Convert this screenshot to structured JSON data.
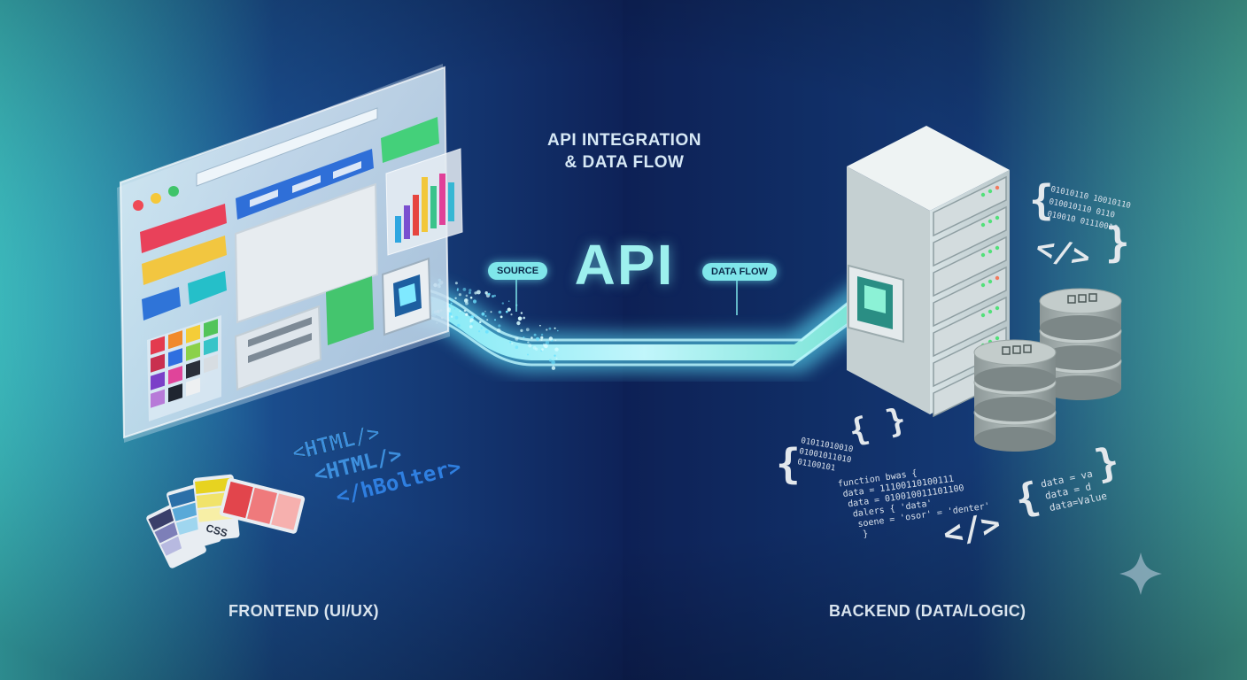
{
  "title": {
    "line1": "API INTEGRATION",
    "line2": "& DATA FLOW"
  },
  "center": {
    "api_label": "API",
    "source_pill": "SOURCE",
    "data_flow_pill": "DATA FLOW"
  },
  "frontend": {
    "label": "FRONTEND (UI/UX)",
    "tags": [
      "<HTML/>",
      "<HTML/>",
      "</hBolter>"
    ],
    "swatch_label": "CSS"
  },
  "backend": {
    "label": "BACKEND (DATA/LOGIC)",
    "binary_top": [
      "01010110 10010110",
      "010010110 0110",
      "010010 01110010"
    ],
    "code_left_binary": [
      "01011010010",
      "01001011010",
      "01100101"
    ],
    "code_block": [
      "function bwas {",
      "data = 11100110100111",
      "data = 010010011101100",
      "dalers { 'data'",
      "soene = 'osor' = 'denter'",
      "}"
    ],
    "kv": [
      "data = va",
      "data = d",
      "data=Value"
    ],
    "tag_symbol": "</>"
  },
  "colors": {
    "background_left": "#3fd0d8",
    "background_center": "#10245a",
    "background_right": "#4fe0c8",
    "flow_glow": "#7ff3ff"
  },
  "icons": [
    "sparkle-icon",
    "database-icon",
    "server-icon",
    "browser-window-icon",
    "ethernet-port-icon",
    "code-braces-icon"
  ]
}
